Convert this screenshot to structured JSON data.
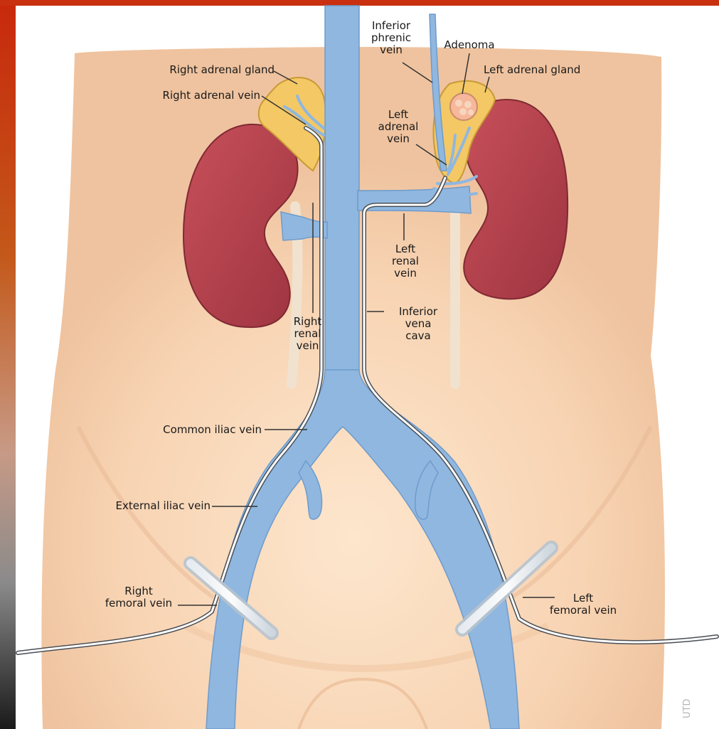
{
  "colors": {
    "skin": "#fbe0c4",
    "skin_shadow": "#f0c9a7",
    "kidney": "#b8434c",
    "kidney_dark": "#8e2e37",
    "adrenal": "#f4cd6b",
    "vein": "#8fb7e0",
    "vein_dark": "#6f9bcb",
    "catheter": "#ffffff",
    "frame_left": "#c0392b",
    "frame_top": "#c8300f",
    "label_text": "#1a1a1a"
  },
  "labels": {
    "right_adrenal_gland": "Right adrenal gland",
    "right_adrenal_vein": "Right adrenal vein",
    "inferior_phrenic_vein": "Inferior\nphrenic\nvein",
    "adenoma": "Adenoma",
    "left_adrenal_gland": "Left adrenal gland",
    "left_adrenal_vein": "Left\nadrenal\nvein",
    "left_renal_vein": "Left\nrenal\nvein",
    "right_renal_vein": "Right\nrenal\nvein",
    "inferior_vena_cava": "Inferior\nvena\ncava",
    "common_iliac_vein": "Common iliac vein",
    "external_iliac_vein": "External iliac vein",
    "right_femoral_vein": "Right\nfemoral vein",
    "left_femoral_vein": "Left\nfemoral vein"
  },
  "watermark": "UTD"
}
